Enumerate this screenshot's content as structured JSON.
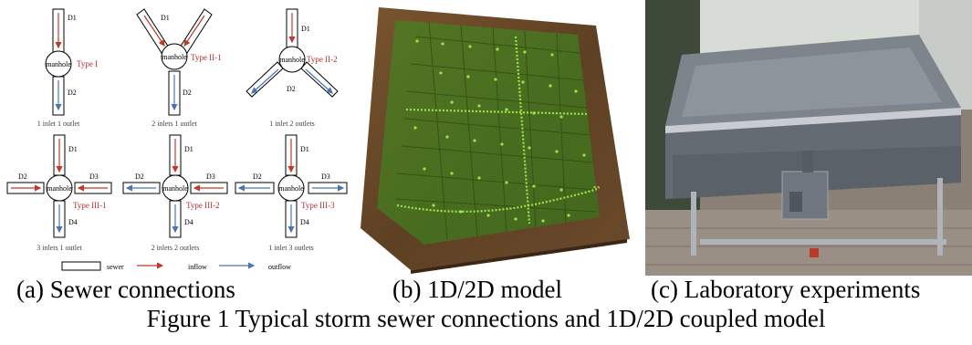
{
  "panel_a": {
    "manhole_label": "manhole",
    "types": [
      {
        "name": "Type I",
        "config": "1 inlet 1 outlet"
      },
      {
        "name": "Type II-1",
        "config": "2 inlets 1 outlet"
      },
      {
        "name": "Type II-2",
        "config": "1 inlet 2 outlets"
      },
      {
        "name": "Type III-1",
        "config": "3 inlets 1 outlet"
      },
      {
        "name": "Type III-2",
        "config": "2 inlets 2 outlets"
      },
      {
        "name": "Type III-3",
        "config": "1 inlet 3 outlets"
      }
    ],
    "pipe_labels": {
      "d1": "D1",
      "d2": "D2",
      "d3": "D3",
      "d4": "D4"
    },
    "legend": {
      "sewer": "sewer",
      "inflow": "inflow",
      "outflow": "outflow"
    },
    "colors": {
      "inflow": "#c0392b",
      "outflow": "#4a74b5",
      "type_label": "#b03030"
    }
  },
  "panel_b": {
    "description_colors": {
      "terrain": "#6b4a2b",
      "mesh": "#5c8a2a",
      "nodes": "#9be34a"
    }
  },
  "panel_c": {
    "colors": {
      "tank": "#6f7680",
      "rim": "#c9ccd0",
      "ground": "#9a8f84"
    }
  },
  "captions": {
    "a": "(a) Sewer connections",
    "b": "(b) 1D/2D model",
    "c": "(c) Laboratory experiments"
  },
  "figure_title": "Figure 1 Typical storm sewer connections and 1D/2D coupled model"
}
